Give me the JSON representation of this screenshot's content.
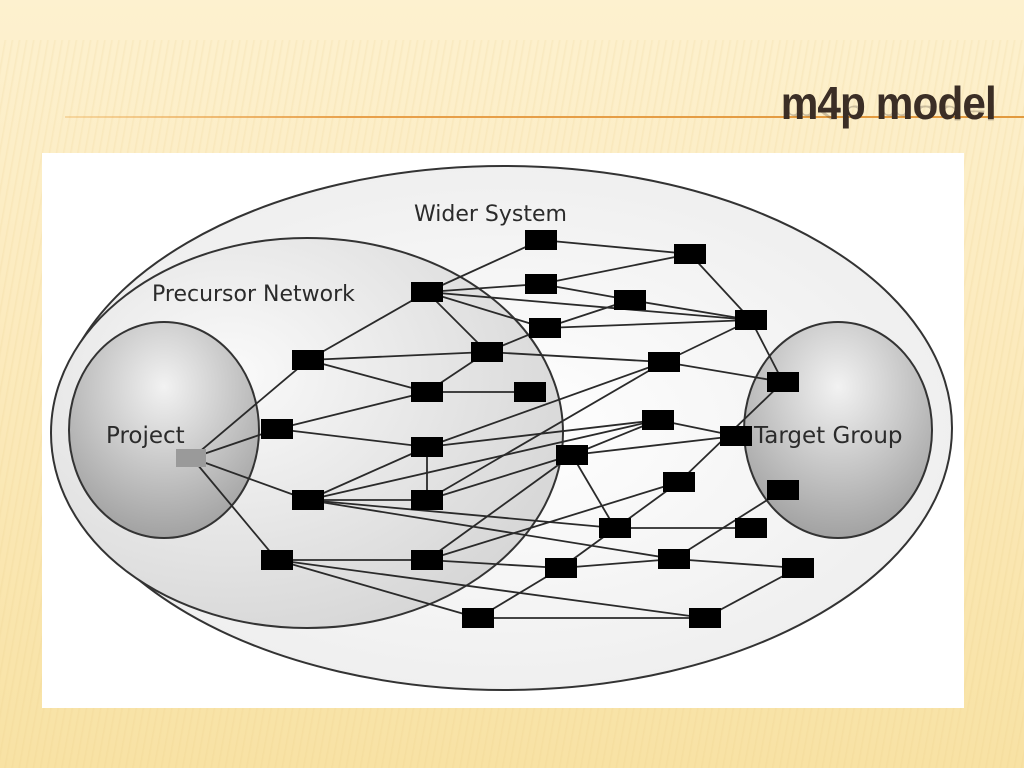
{
  "slide": {
    "title": "m4p model",
    "colors": {
      "background": "#fcebbf",
      "rule": "#e8a04a",
      "title": "#3b2e26"
    }
  },
  "diagram": {
    "labels": {
      "wider_system": "Wider System",
      "precursor_network": "Precursor Network",
      "project": "Project",
      "target_group": "Target Group"
    },
    "regions": [
      {
        "id": "wider-system",
        "label": "Wider System"
      },
      {
        "id": "precursor-network",
        "label": "Precursor Network"
      },
      {
        "id": "project",
        "label": "Project"
      },
      {
        "id": "target-group",
        "label": "Target Group"
      }
    ],
    "nodes": [
      {
        "id": "P",
        "region": "project",
        "kind": "origin"
      },
      {
        "id": "A",
        "region": "precursor-network"
      },
      {
        "id": "B",
        "region": "precursor-network"
      },
      {
        "id": "C",
        "region": "precursor-network"
      },
      {
        "id": "D",
        "region": "precursor-network"
      },
      {
        "id": "E",
        "region": "precursor-network"
      },
      {
        "id": "F",
        "region": "precursor-network"
      },
      {
        "id": "G",
        "region": "precursor-network"
      },
      {
        "id": "H",
        "region": "precursor-network"
      },
      {
        "id": "I",
        "region": "precursor-network"
      },
      {
        "id": "J",
        "region": "precursor-network"
      },
      {
        "id": "K",
        "region": "precursor-network"
      },
      {
        "id": "L",
        "region": "wider-system"
      },
      {
        "id": "M",
        "region": "wider-system"
      },
      {
        "id": "N",
        "region": "wider-system"
      },
      {
        "id": "O",
        "region": "wider-system"
      },
      {
        "id": "Q",
        "region": "wider-system"
      },
      {
        "id": "R",
        "region": "wider-system"
      },
      {
        "id": "S",
        "region": "wider-system"
      },
      {
        "id": "T",
        "region": "wider-system"
      },
      {
        "id": "U",
        "region": "wider-system"
      },
      {
        "id": "V",
        "region": "wider-system"
      },
      {
        "id": "W",
        "region": "wider-system"
      },
      {
        "id": "X",
        "region": "wider-system"
      },
      {
        "id": "Y",
        "region": "wider-system"
      },
      {
        "id": "Z",
        "region": "wider-system"
      },
      {
        "id": "TG1",
        "region": "target-group"
      },
      {
        "id": "TG2",
        "region": "target-group"
      },
      {
        "id": "TG3",
        "region": "target-group"
      },
      {
        "id": "TG4",
        "region": "wider-system"
      },
      {
        "id": "TG5",
        "region": "wider-system"
      },
      {
        "id": "TG6",
        "region": "wider-system"
      }
    ],
    "edges": [
      [
        "P",
        "A"
      ],
      [
        "P",
        "B"
      ],
      [
        "P",
        "C"
      ],
      [
        "P",
        "D"
      ],
      [
        "A",
        "E"
      ],
      [
        "A",
        "F"
      ],
      [
        "A",
        "J"
      ],
      [
        "B",
        "F"
      ],
      [
        "B",
        "G"
      ],
      [
        "C",
        "H"
      ],
      [
        "C",
        "G"
      ],
      [
        "C",
        "W"
      ],
      [
        "C",
        "Y"
      ],
      [
        "C",
        "Z"
      ],
      [
        "D",
        "I"
      ],
      [
        "D",
        "Q"
      ],
      [
        "E",
        "L"
      ],
      [
        "E",
        "M"
      ],
      [
        "E",
        "J"
      ],
      [
        "E",
        "N"
      ],
      [
        "E",
        "V"
      ],
      [
        "F",
        "K"
      ],
      [
        "F",
        "J"
      ],
      [
        "G",
        "H"
      ],
      [
        "G",
        "T"
      ],
      [
        "G",
        "W"
      ],
      [
        "H",
        "O"
      ],
      [
        "H",
        "T"
      ],
      [
        "I",
        "O"
      ],
      [
        "I",
        "X"
      ],
      [
        "J",
        "N"
      ],
      [
        "J",
        "T"
      ],
      [
        "L",
        "U"
      ],
      [
        "M",
        "U"
      ],
      [
        "M",
        "S"
      ],
      [
        "N",
        "S"
      ],
      [
        "N",
        "V"
      ],
      [
        "S",
        "V"
      ],
      [
        "U",
        "V"
      ],
      [
        "V",
        "TG1"
      ],
      [
        "T",
        "V"
      ],
      [
        "T",
        "TG1"
      ],
      [
        "W",
        "TG2"
      ],
      [
        "O",
        "TG2"
      ],
      [
        "O",
        "W"
      ],
      [
        "O",
        "Y"
      ],
      [
        "X",
        "TG1"
      ],
      [
        "Y",
        "TG4"
      ],
      [
        "Z",
        "TG3"
      ],
      [
        "Z",
        "R"
      ],
      [
        "Z",
        "TG5"
      ],
      [
        "R",
        "Q"
      ],
      [
        "R",
        "X"
      ],
      [
        "Q",
        "TG6"
      ],
      [
        "I",
        "R"
      ],
      [
        "TG6",
        "TG5"
      ],
      [
        "D",
        "TG6"
      ]
    ]
  }
}
